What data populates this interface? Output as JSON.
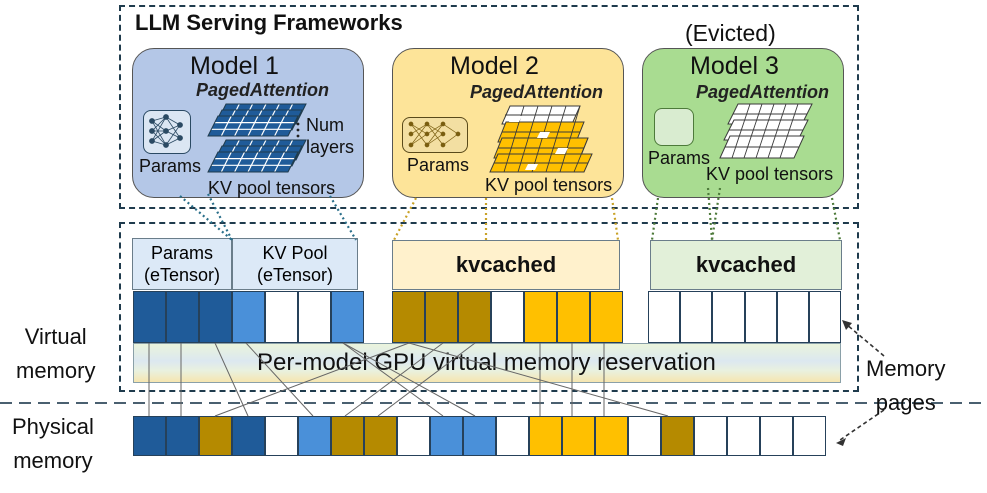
{
  "frameworks_title": "LLM Serving Frameworks",
  "evicted_label": "(Evicted)",
  "models": [
    {
      "name": "Model 1",
      "attention": "PagedAttention",
      "params": "Params",
      "kv": "KV pool tensors",
      "num_layers": "Num\nlayers",
      "bg": "#b4c7e7"
    },
    {
      "name": "Model 2",
      "attention": "PagedAttention",
      "params": "Params",
      "kv": "KV pool tensors",
      "bg": "#fde499"
    },
    {
      "name": "Model 3",
      "attention": "PagedAttention",
      "params": "Params",
      "kv": "KV pool tensors",
      "bg": "#a9dc91"
    }
  ],
  "virtual_boxes": {
    "params": "Params\n(eTensor)",
    "kvpool": "KV Pool\n(eTensor)",
    "kvcached_2": "kvcached",
    "kvcached_3": "kvcached"
  },
  "reservation_label": "Per-model GPU virtual memory reservation",
  "side_labels": {
    "virtual": "Virtual\nmemory",
    "physical": "Physical\nmemory",
    "pages": "Memory\npages"
  },
  "colors": {
    "dark_blue": "#1f5b99",
    "light_blue": "#4a90d9",
    "dark_gold": "#b58a00",
    "gold": "#ffc000",
    "white": "#ffffff",
    "border": "#1f3b4d"
  },
  "virtual_pages": {
    "model1": [
      "dark_blue",
      "dark_blue",
      "dark_blue",
      "light_blue",
      "white",
      "white",
      "light_blue"
    ],
    "model2": [
      "dark_gold",
      "dark_gold",
      "dark_gold",
      "white",
      "gold",
      "gold",
      "gold"
    ],
    "model3": [
      "white",
      "white",
      "white",
      "white",
      "white",
      "white"
    ]
  },
  "physical_pages": [
    "dark_blue",
    "dark_blue",
    "dark_gold",
    "dark_blue",
    "white",
    "light_blue",
    "dark_gold",
    "dark_gold",
    "white",
    "light_blue",
    "light_blue",
    "white",
    "gold",
    "gold",
    "gold",
    "white",
    "dark_gold",
    "white",
    "white",
    "white",
    "white"
  ]
}
